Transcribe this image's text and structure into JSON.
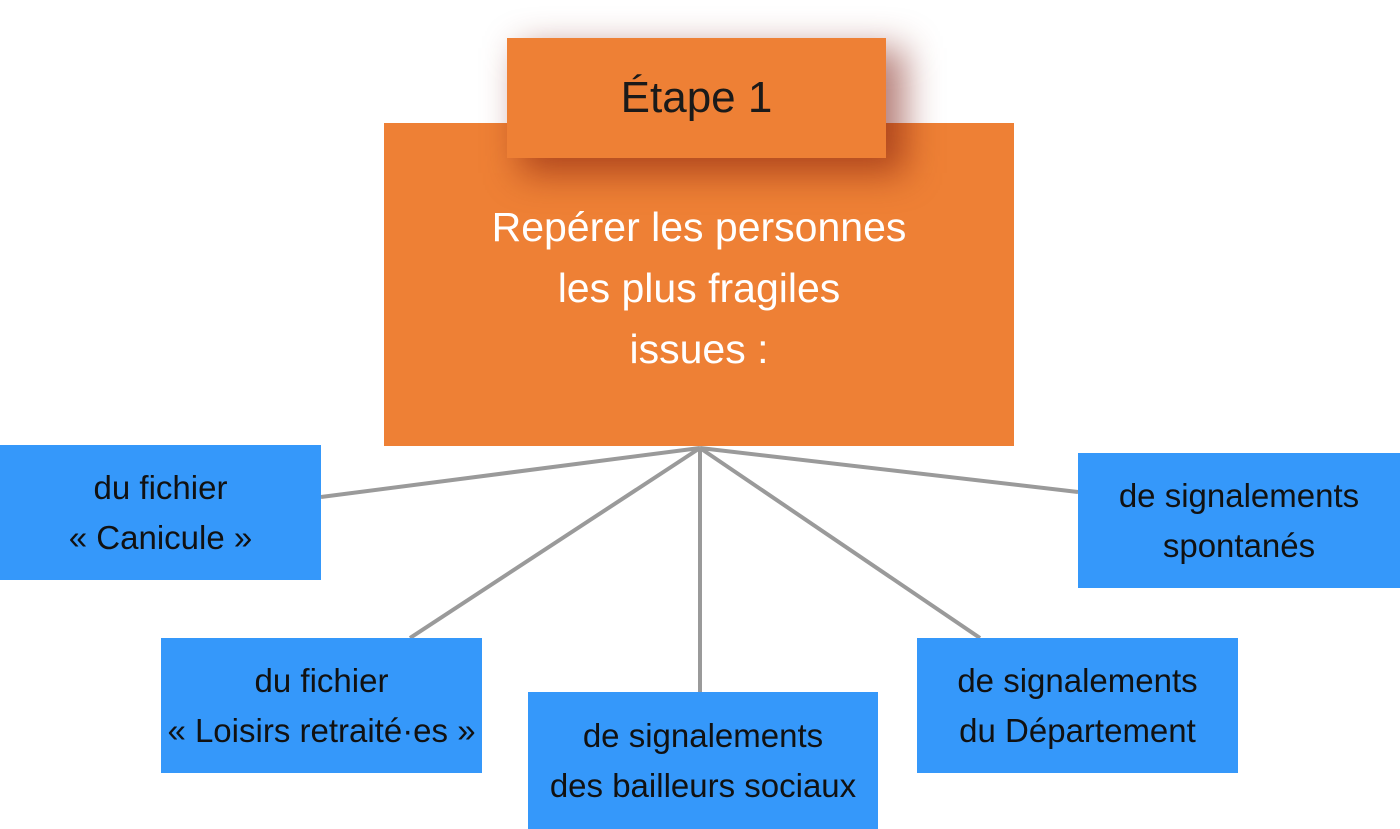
{
  "step": {
    "label": "Étape 1"
  },
  "main": {
    "text": "Repérer les personnes\nles plus fragiles\nissues :"
  },
  "sources": [
    {
      "id": "canicule",
      "text": "du fichier\n« Canicule »"
    },
    {
      "id": "loisirs",
      "text": "du fichier\n« Loisirs retraité·es »"
    },
    {
      "id": "bailleurs",
      "text": "de signalements\ndes bailleurs sociaux"
    },
    {
      "id": "departement",
      "text": "de signalements\ndu Département"
    },
    {
      "id": "spontanes",
      "text": "de signalements\nspontanés"
    }
  ],
  "colors": {
    "orange": "#ee8035",
    "blue": "#3598fa",
    "connector": "#9a9a9a"
  }
}
